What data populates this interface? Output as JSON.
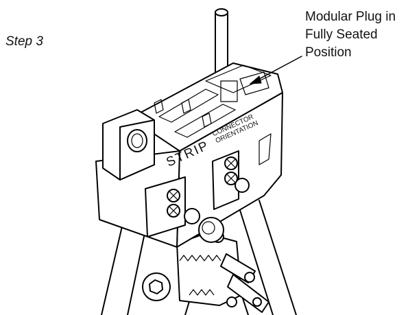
{
  "step_label": "Step 3",
  "callout": {
    "line1": "Modular Plug in",
    "line2": "Fully Seated",
    "line3": "Position"
  },
  "tool_labels": {
    "strip": "STRIP",
    "connector": "CONNECTOR",
    "orientation": "ORIENTATION"
  }
}
